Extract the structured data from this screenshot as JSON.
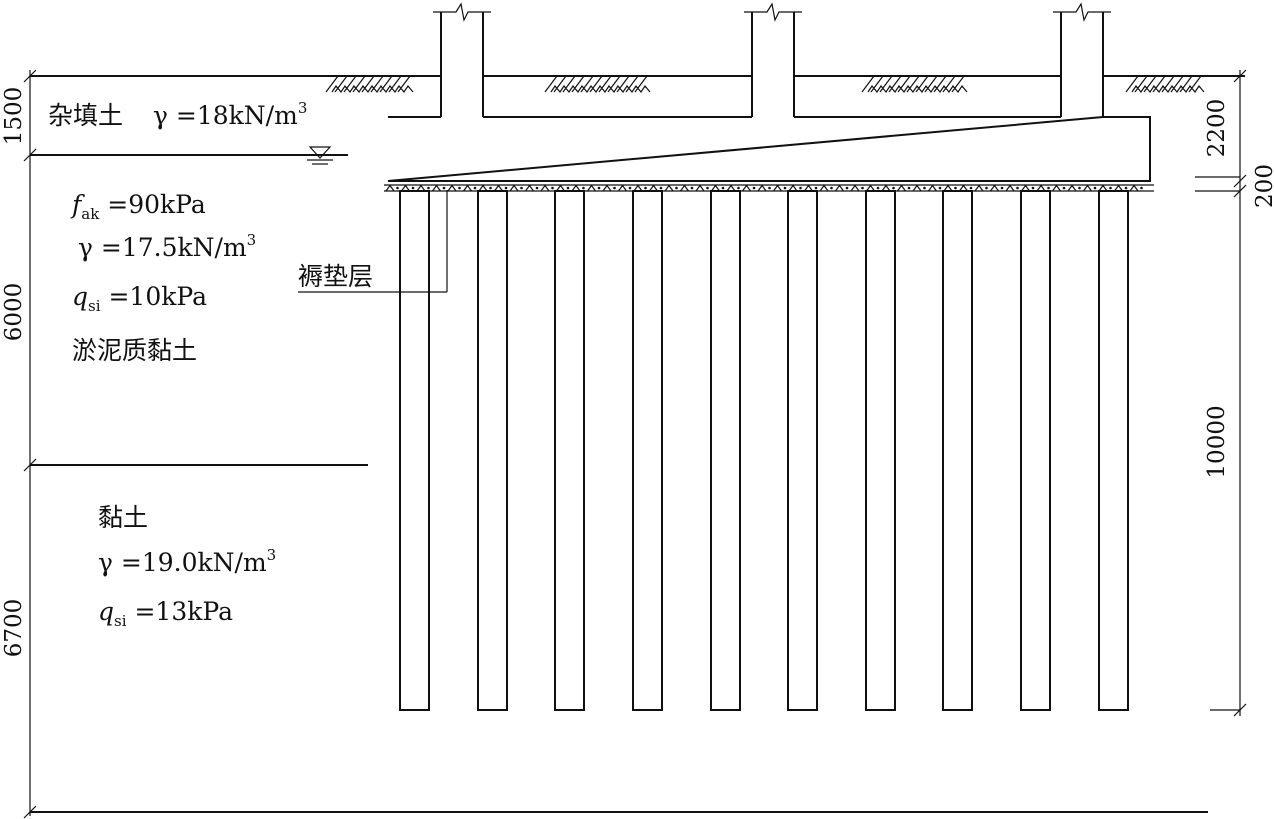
{
  "layers": {
    "fill": {
      "name": "杂填土",
      "gamma": "γ =18kN/m",
      "gamma_sup": "3"
    },
    "silt": {
      "fak_var": "f",
      "fak_sub": "ak",
      "fak_val": " =90kPa",
      "gamma": "γ =17.5kN/m",
      "gamma_sup": "3",
      "qsi_var": "q",
      "qsi_sub": "si",
      "qsi_val": " =10kPa",
      "name": "淤泥质黏土"
    },
    "clay": {
      "name": "黏土",
      "gamma": "γ =19.0kN/m",
      "gamma_sup": "3",
      "qsi_var": "q",
      "qsi_sub": "si",
      "qsi_val": " =13kPa"
    }
  },
  "cushion_label": "褥垫层",
  "dimensions": {
    "left": [
      "1500",
      "6000",
      "6700"
    ],
    "right": [
      "2200",
      "200",
      "10000"
    ]
  },
  "pile_count": 10,
  "column_count": 3
}
